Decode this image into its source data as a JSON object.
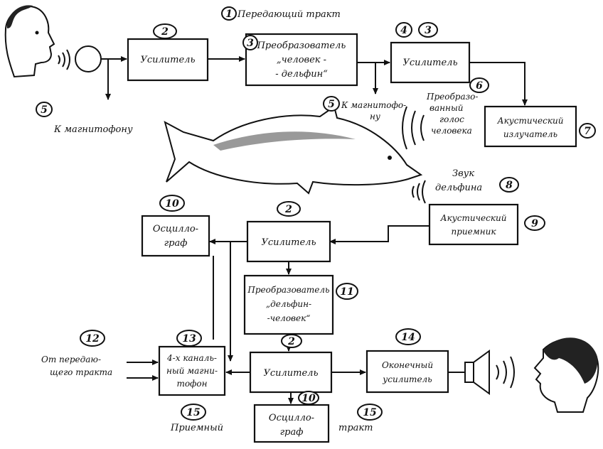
{
  "blocks": {
    "amp_tx": "Усилитель",
    "conv_hd": [
      "Преобразователь",
      "„человек -",
      "- дельфин“"
    ],
    "amp_tx2": "Усилитель",
    "emitter": [
      "Акустический",
      "излучатель"
    ],
    "acoustic_rx": [
      "Акустический",
      "приемник"
    ],
    "amp_rx": "Усилитель",
    "osc_top": [
      "Осцилло-",
      "граф"
    ],
    "conv_dh": [
      "Преобразователь",
      "„дельфин-",
      "-человек“"
    ],
    "recorder": [
      "4-х каналь-",
      "ный магни-",
      "тофон"
    ],
    "amp_rx2": "Усилитель",
    "final_amp": [
      "Оконечный",
      "усилитель"
    ],
    "osc_bottom": [
      "Осцилло-",
      "граф"
    ]
  },
  "labels": {
    "tx_path": "Передающий тракт",
    "to_recorder_left": "К магнитофону",
    "to_recorder_mid": [
      "К магнитофо-",
      "ну"
    ],
    "converted_voice": [
      "Преобразо-",
      "ванный",
      "голос",
      "человека"
    ],
    "dolphin_sound": [
      "Звук",
      "дельфина"
    ],
    "from_tx": [
      "От передаю-",
      "щего тракта"
    ],
    "rx_path_a": "Приемный",
    "rx_path_b": "тракт"
  },
  "numbers": {
    "n1": "1",
    "n2a": "2",
    "n3a": "3",
    "n4": "4",
    "n3b": "3",
    "n5a": "5",
    "n5b": "5",
    "n6": "6",
    "n7": "7",
    "n8": "8",
    "n9": "9",
    "n10a": "10",
    "n2b": "2",
    "n11": "11",
    "n12": "12",
    "n13": "13",
    "n2c": "2",
    "n14": "14",
    "n10b": "10",
    "n15a": "15",
    "n15b": "15"
  }
}
